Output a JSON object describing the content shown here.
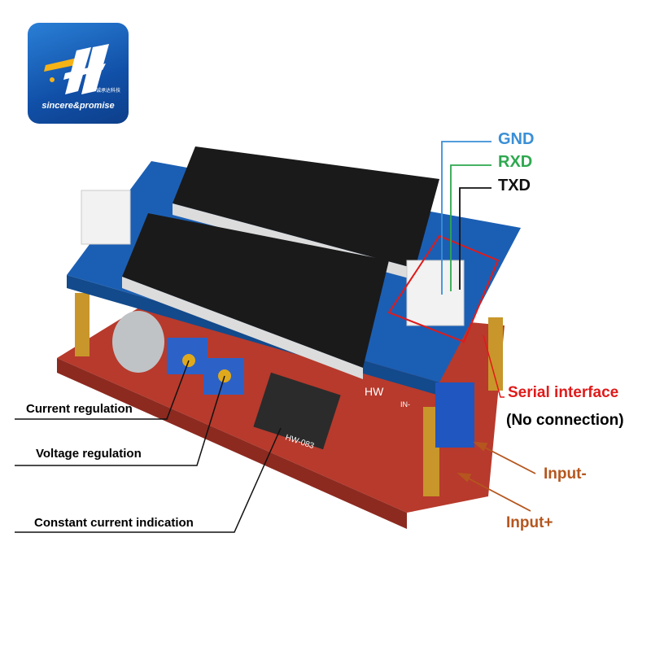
{
  "logo": {
    "cn_text": "诚承达科技",
    "brand_text": "sincere&promise"
  },
  "serial_pins": [
    {
      "label": "GND",
      "color": "#3a8fd6"
    },
    {
      "label": "RXD",
      "color": "#2ea84f"
    },
    {
      "label": "TXD",
      "color": "#111111"
    }
  ],
  "controls": {
    "current_regulation": "Current regulation",
    "voltage_regulation": "Voltage regulation",
    "constant_current_indication": "Constant current indication"
  },
  "serial_interface": {
    "title": "Serial interface",
    "note": "(No connection)",
    "color": "#e01a1a"
  },
  "inputs": {
    "negative": "Input-",
    "positive": "Input+",
    "color": "#b5561e"
  },
  "board": {
    "model_silk": "HW-083",
    "silk_mark": "HW",
    "pin_mark": "IN-"
  }
}
